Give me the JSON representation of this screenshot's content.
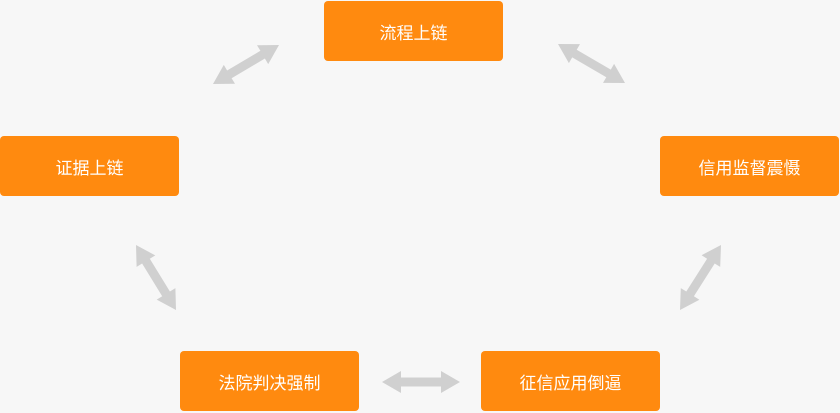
{
  "nodes": [
    {
      "id": "n1",
      "label": "流程上链"
    },
    {
      "id": "n2",
      "label": "信用监督震慑"
    },
    {
      "id": "n3",
      "label": "征信应用倒逼"
    },
    {
      "id": "n4",
      "label": "法院判决强制"
    },
    {
      "id": "n5",
      "label": "证据上链"
    }
  ],
  "colors": {
    "node_fill": "#ff8a0f",
    "node_text": "#ffffff",
    "arrow": "#d0d0d0",
    "background": "#f7f7f7"
  }
}
